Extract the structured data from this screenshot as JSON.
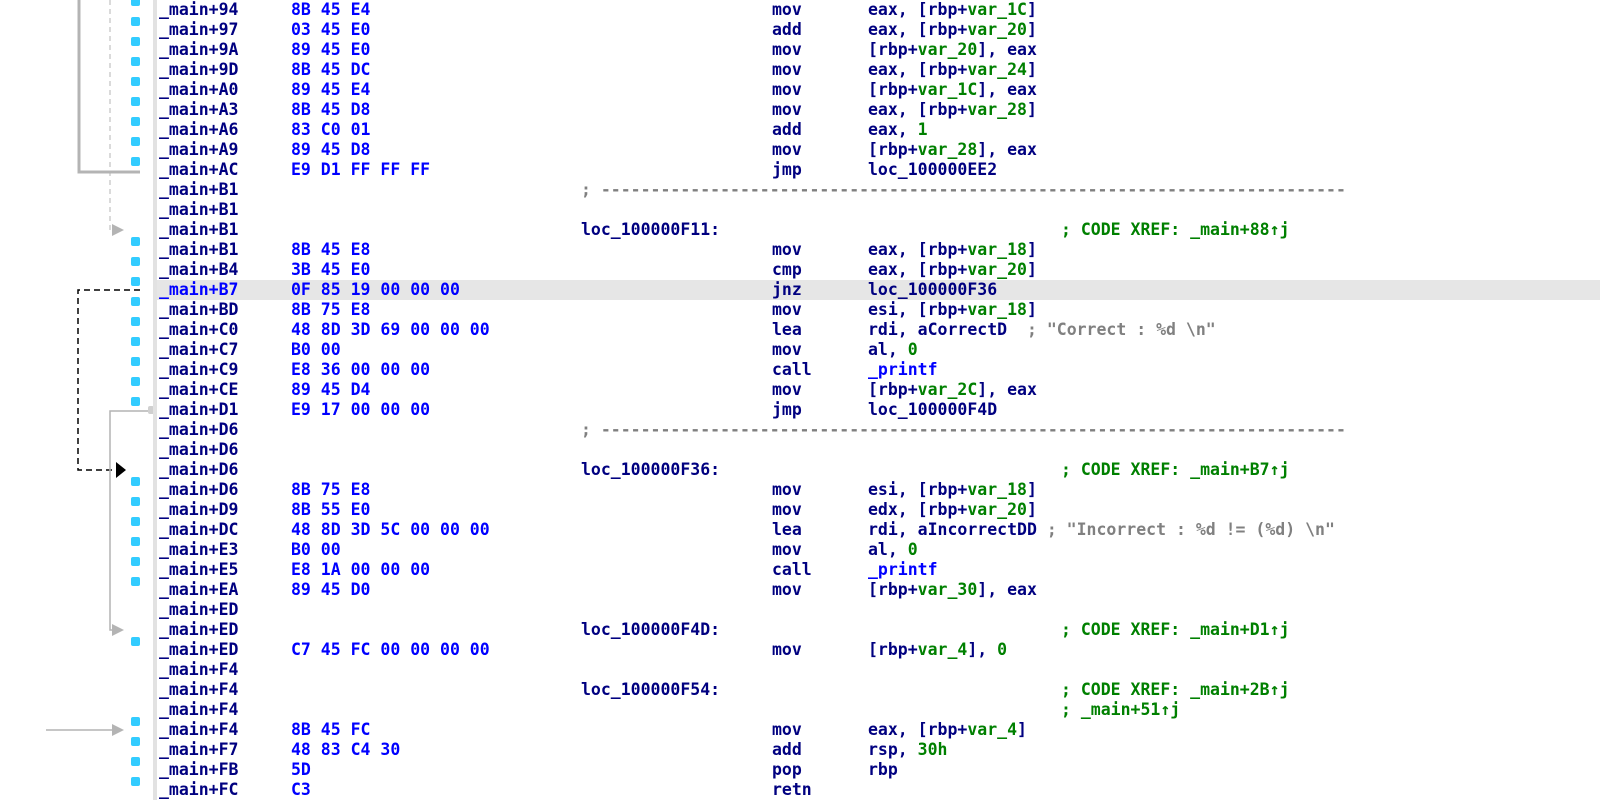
{
  "colors": {
    "address": "#000080",
    "address_selected": "#0000ff",
    "bytes": "#0000ff",
    "code": "#000080",
    "variable": "#008000",
    "number": "#008000",
    "function": "#0000ff",
    "string_comment": "#808080",
    "xref_comment": "#008000",
    "separator": "#808080",
    "selected_line_background": "#e6e6e6",
    "breakpoint_dot": "#33ccff",
    "flow_arrow": "#b4b4b4",
    "jump_arrow": "#000000"
  },
  "listing": {
    "lines": [
      {
        "addr": "_main+94",
        "bytes": "8B 45 E4",
        "mnem": "mov",
        "ops": [
          {
            "t": "eax, [rbp+"
          },
          {
            "t": "var_1C",
            "c": "var"
          },
          {
            "t": "]"
          }
        ]
      },
      {
        "addr": "_main+97",
        "bytes": "03 45 E0",
        "mnem": "add",
        "ops": [
          {
            "t": "eax, [rbp+"
          },
          {
            "t": "var_20",
            "c": "var"
          },
          {
            "t": "]"
          }
        ]
      },
      {
        "addr": "_main+9A",
        "bytes": "89 45 E0",
        "mnem": "mov",
        "ops": [
          {
            "t": "[rbp+"
          },
          {
            "t": "var_20",
            "c": "var"
          },
          {
            "t": "], eax"
          }
        ]
      },
      {
        "addr": "_main+9D",
        "bytes": "8B 45 DC",
        "mnem": "mov",
        "ops": [
          {
            "t": "eax, [rbp+"
          },
          {
            "t": "var_24",
            "c": "var"
          },
          {
            "t": "]"
          }
        ]
      },
      {
        "addr": "_main+A0",
        "bytes": "89 45 E4",
        "mnem": "mov",
        "ops": [
          {
            "t": "[rbp+"
          },
          {
            "t": "var_1C",
            "c": "var"
          },
          {
            "t": "], eax"
          }
        ]
      },
      {
        "addr": "_main+A3",
        "bytes": "8B 45 D8",
        "mnem": "mov",
        "ops": [
          {
            "t": "eax, [rbp+"
          },
          {
            "t": "var_28",
            "c": "var"
          },
          {
            "t": "]"
          }
        ]
      },
      {
        "addr": "_main+A6",
        "bytes": "83 C0 01",
        "mnem": "add",
        "ops": [
          {
            "t": "eax, "
          },
          {
            "t": "1",
            "c": "num"
          }
        ]
      },
      {
        "addr": "_main+A9",
        "bytes": "89 45 D8",
        "mnem": "mov",
        "ops": [
          {
            "t": "[rbp+"
          },
          {
            "t": "var_28",
            "c": "var"
          },
          {
            "t": "], eax"
          }
        ]
      },
      {
        "addr": "_main+AC",
        "bytes": "E9 D1 FF FF FF",
        "mnem": "jmp",
        "ops": [
          {
            "t": "loc_100000EE2"
          }
        ]
      },
      {
        "addr": "_main+B1",
        "sep": "; ---------------------------------------------------------------------------"
      },
      {
        "addr": "_main+B1"
      },
      {
        "addr": "_main+B1",
        "label": "loc_100000F11:",
        "xref": "; CODE XREF: _main+88↑j"
      },
      {
        "addr": "_main+B1",
        "bytes": "8B 45 E8",
        "mnem": "mov",
        "ops": [
          {
            "t": "eax, [rbp+"
          },
          {
            "t": "var_18",
            "c": "var"
          },
          {
            "t": "]"
          }
        ]
      },
      {
        "addr": "_main+B4",
        "bytes": "3B 45 E0",
        "mnem": "cmp",
        "ops": [
          {
            "t": "eax, [rbp+"
          },
          {
            "t": "var_20",
            "c": "var"
          },
          {
            "t": "]"
          }
        ]
      },
      {
        "addr": "_main+B7",
        "bytes": "0F 85 19 00 00 00",
        "mnem": "jnz",
        "ops": [
          {
            "t": "loc_100000F36"
          }
        ],
        "selected": true
      },
      {
        "addr": "_main+BD",
        "bytes": "8B 75 E8",
        "mnem": "mov",
        "ops": [
          {
            "t": "esi, [rbp+"
          },
          {
            "t": "var_18",
            "c": "var"
          },
          {
            "t": "]"
          }
        ]
      },
      {
        "addr": "_main+C0",
        "bytes": "48 8D 3D 69 00 00 00",
        "mnem": "lea",
        "ops": [
          {
            "t": "rdi, aCorrectD  "
          },
          {
            "t": "; \"Correct : %d \\n\"",
            "c": "cmt"
          }
        ]
      },
      {
        "addr": "_main+C7",
        "bytes": "B0 00",
        "mnem": "mov",
        "ops": [
          {
            "t": "al, "
          },
          {
            "t": "0",
            "c": "num"
          }
        ]
      },
      {
        "addr": "_main+C9",
        "bytes": "E8 36 00 00 00",
        "mnem": "call",
        "ops": [
          {
            "t": "_printf",
            "c": "fn"
          }
        ]
      },
      {
        "addr": "_main+CE",
        "bytes": "89 45 D4",
        "mnem": "mov",
        "ops": [
          {
            "t": "[rbp+"
          },
          {
            "t": "var_2C",
            "c": "var"
          },
          {
            "t": "], eax"
          }
        ]
      },
      {
        "addr": "_main+D1",
        "bytes": "E9 17 00 00 00",
        "mnem": "jmp",
        "ops": [
          {
            "t": "loc_100000F4D"
          }
        ]
      },
      {
        "addr": "_main+D6",
        "sep": "; ---------------------------------------------------------------------------"
      },
      {
        "addr": "_main+D6"
      },
      {
        "addr": "_main+D6",
        "label": "loc_100000F36:",
        "xref": "; CODE XREF: _main+B7↑j"
      },
      {
        "addr": "_main+D6",
        "bytes": "8B 75 E8",
        "mnem": "mov",
        "ops": [
          {
            "t": "esi, [rbp+"
          },
          {
            "t": "var_18",
            "c": "var"
          },
          {
            "t": "]"
          }
        ]
      },
      {
        "addr": "_main+D9",
        "bytes": "8B 55 E0",
        "mnem": "mov",
        "ops": [
          {
            "t": "edx, [rbp+"
          },
          {
            "t": "var_20",
            "c": "var"
          },
          {
            "t": "]"
          }
        ]
      },
      {
        "addr": "_main+DC",
        "bytes": "48 8D 3D 5C 00 00 00",
        "mnem": "lea",
        "ops": [
          {
            "t": "rdi, aIncorrectDD "
          },
          {
            "t": "; \"Incorrect : %d != (%d) \\n\"",
            "c": "cmt"
          }
        ]
      },
      {
        "addr": "_main+E3",
        "bytes": "B0 00",
        "mnem": "mov",
        "ops": [
          {
            "t": "al, "
          },
          {
            "t": "0",
            "c": "num"
          }
        ]
      },
      {
        "addr": "_main+E5",
        "bytes": "E8 1A 00 00 00",
        "mnem": "call",
        "ops": [
          {
            "t": "_printf",
            "c": "fn"
          }
        ]
      },
      {
        "addr": "_main+EA",
        "bytes": "89 45 D0",
        "mnem": "mov",
        "ops": [
          {
            "t": "[rbp+"
          },
          {
            "t": "var_30",
            "c": "var"
          },
          {
            "t": "], eax"
          }
        ]
      },
      {
        "addr": "_main+ED"
      },
      {
        "addr": "_main+ED",
        "label": "loc_100000F4D:",
        "xref": "; CODE XREF: _main+D1↑j"
      },
      {
        "addr": "_main+ED",
        "bytes": "C7 45 FC 00 00 00 00",
        "mnem": "mov",
        "ops": [
          {
            "t": "[rbp+"
          },
          {
            "t": "var_4",
            "c": "var"
          },
          {
            "t": "], "
          },
          {
            "t": "0",
            "c": "num"
          }
        ]
      },
      {
        "addr": "_main+F4"
      },
      {
        "addr": "_main+F4",
        "label": "loc_100000F54:",
        "xref": "; CODE XREF: _main+2B↑j"
      },
      {
        "addr": "_main+F4",
        "xref": "; _main+51↑j"
      },
      {
        "addr": "_main+F4",
        "bytes": "8B 45 FC",
        "mnem": "mov",
        "ops": [
          {
            "t": "eax, [rbp+"
          },
          {
            "t": "var_4",
            "c": "var"
          },
          {
            "t": "]"
          }
        ]
      },
      {
        "addr": "_main+F7",
        "bytes": "48 83 C4 30",
        "mnem": "add",
        "ops": [
          {
            "t": "rsp, "
          },
          {
            "t": "30h",
            "c": "num"
          }
        ]
      },
      {
        "addr": "_main+FB",
        "bytes": "5D",
        "mnem": "pop",
        "ops": [
          {
            "t": "rbp"
          }
        ]
      },
      {
        "addr": "_main+FC",
        "bytes": "C3",
        "mnem": "retn",
        "ops": []
      }
    ]
  }
}
